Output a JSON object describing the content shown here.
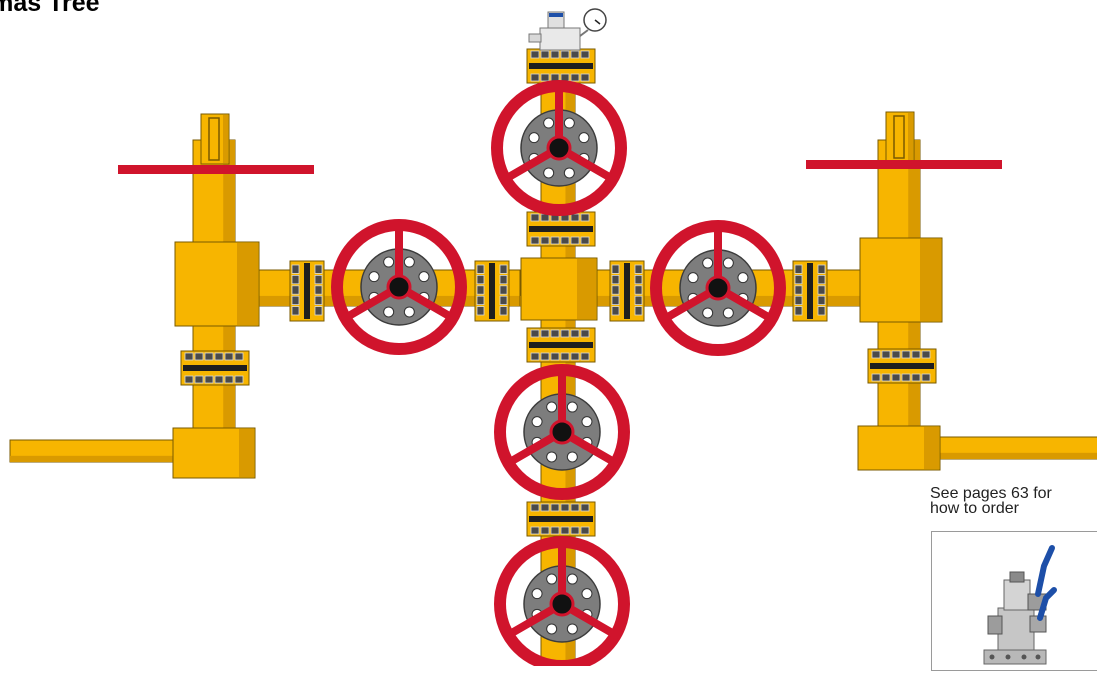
{
  "diagram": {
    "title": "istmas Tree",
    "note": {
      "line1": "See pages 63 for",
      "line2": "how to order"
    },
    "components": {
      "valves": [
        "master-valve-upper",
        "master-valve-middle",
        "master-valve-lower",
        "swab-valve",
        "left-wing-valve",
        "right-wing-valve"
      ],
      "chokes": [
        "left-choke",
        "right-choke"
      ],
      "gauge": "pressure-gauge",
      "thumbnail": "manifold-valve-image"
    }
  },
  "colors": {
    "pipe": "#f7b500",
    "pipe_shade": "#d99a00",
    "pipe_outline": "#7a5a00",
    "handwheel": "#d0142c",
    "flange": "#7d7d7d",
    "bolt": "#ffffff",
    "hub": "#111111",
    "band": "#1e1e1e"
  }
}
